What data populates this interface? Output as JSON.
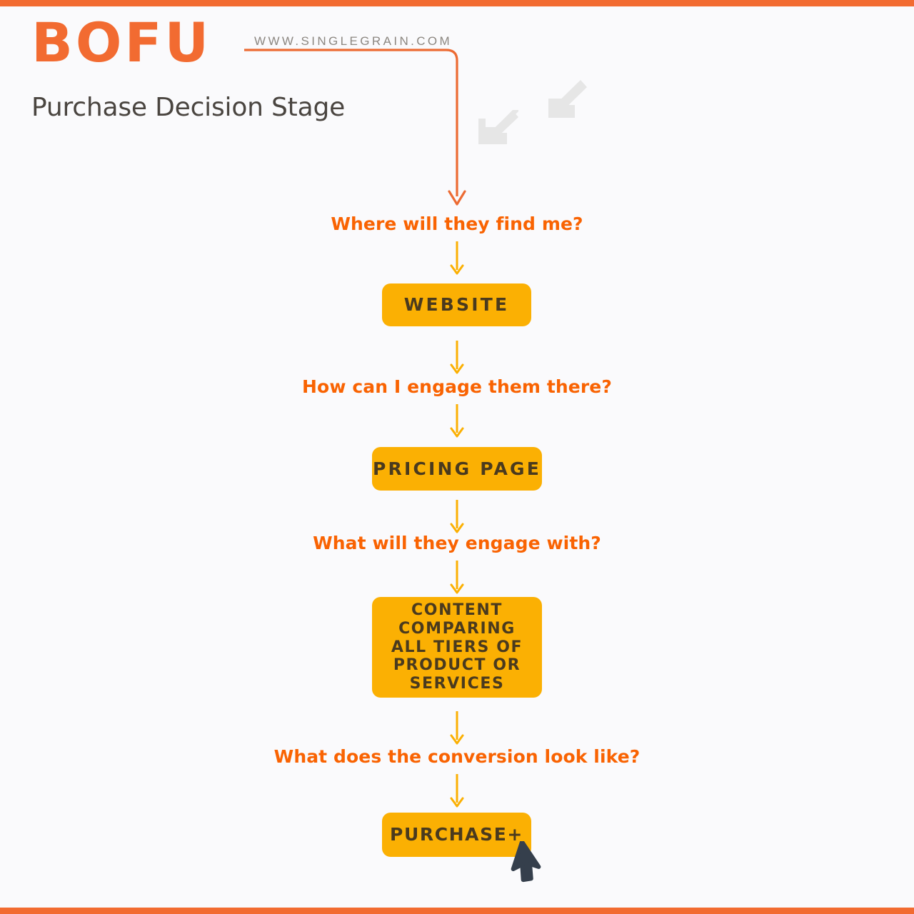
{
  "theme": {
    "background": "#FAFAFC",
    "edge_bar": "#F26B31",
    "logo_orange": "#F26B31",
    "question_orange": "#F96302",
    "box_amber": "#FBB003",
    "box_text": "#4A3A1E",
    "subtitle_gray": "#4A4540",
    "url_gray": "#8C8781",
    "connector_orange": "#EC6B33",
    "arrow_amber": "#FBB003",
    "deco_gray": "#E6E6E6",
    "cursor_dark": "#353F4C"
  },
  "header": {
    "logo": "BOFU",
    "url": "WWW.SINGLEGRAIN.COM",
    "subtitle": "Purchase Decision Stage"
  },
  "flow": {
    "steps": [
      {
        "question": "Where will they find me?",
        "node": "WEBSITE",
        "node_lines": [
          "WEBSITE"
        ],
        "kind": "single"
      },
      {
        "question": "How can I engage them there?",
        "node": "PRICING PAGE",
        "node_lines": [
          "PRICING PAGE"
        ],
        "kind": "single"
      },
      {
        "question": "What will they engage with?",
        "node": "CONTENT COMPARING ALL TIERS OF PRODUCT OR SERVICES",
        "node_lines": [
          "CONTENT",
          "COMPARING",
          "ALL TIERS OF",
          "PRODUCT OR",
          "SERVICES"
        ],
        "kind": "multi"
      },
      {
        "question": "What does the conversion look like?",
        "node": "PURCHASE+",
        "node_lines": [
          "PURCHASE+"
        ],
        "kind": "purchase"
      }
    ]
  },
  "icons": {
    "deco_arrow_1": "arrow-down-left-icon",
    "deco_arrow_2": "arrow-down-left-icon",
    "cursor": "mouse-pointer-icon",
    "flow_arrow": "arrow-down-icon",
    "connector": "elbow-connector-icon"
  }
}
